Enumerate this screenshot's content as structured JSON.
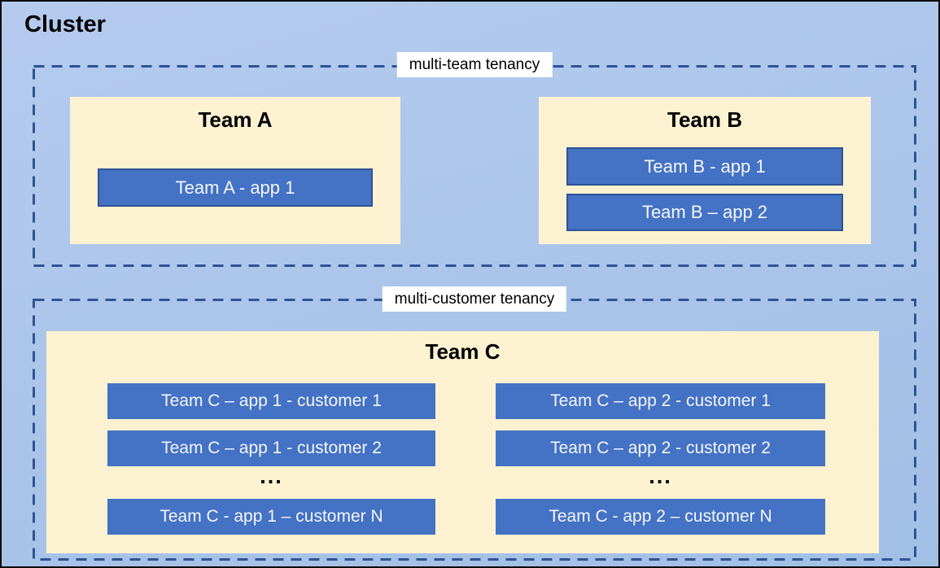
{
  "title": "Cluster",
  "colors": {
    "background_top": "#b4cbee",
    "background_bottom": "#a2bfe5",
    "team_box": "#fcf2d1",
    "app_box": "#4472c4",
    "app_box_border": "#2e5395",
    "dashed_border": "#2e5394",
    "label_bg": "#ffffff",
    "text_dark": "#000000",
    "text_light": "#f4f7fc"
  },
  "sections": {
    "multi_team": {
      "label": "multi-team tenancy",
      "team_a": {
        "name": "Team A",
        "app1": "Team A - app 1"
      },
      "team_b": {
        "name": "Team B",
        "app1": "Team B - app 1",
        "app2": "Team B – app 2"
      }
    },
    "multi_customer": {
      "label": "multi-customer tenancy",
      "team_c": {
        "name": "Team C",
        "col1": {
          "row1": "Team C – app 1 - customer 1",
          "row2": "Team C – app 1 - customer 2",
          "ellipsis": "...",
          "rowN": "Team C - app 1 – customer N"
        },
        "col2": {
          "row1": "Team C – app 2 - customer 1",
          "row2": "Team C – app 2 - customer 2",
          "ellipsis": "...",
          "rowN": "Team C - app 2 – customer N"
        }
      }
    }
  }
}
